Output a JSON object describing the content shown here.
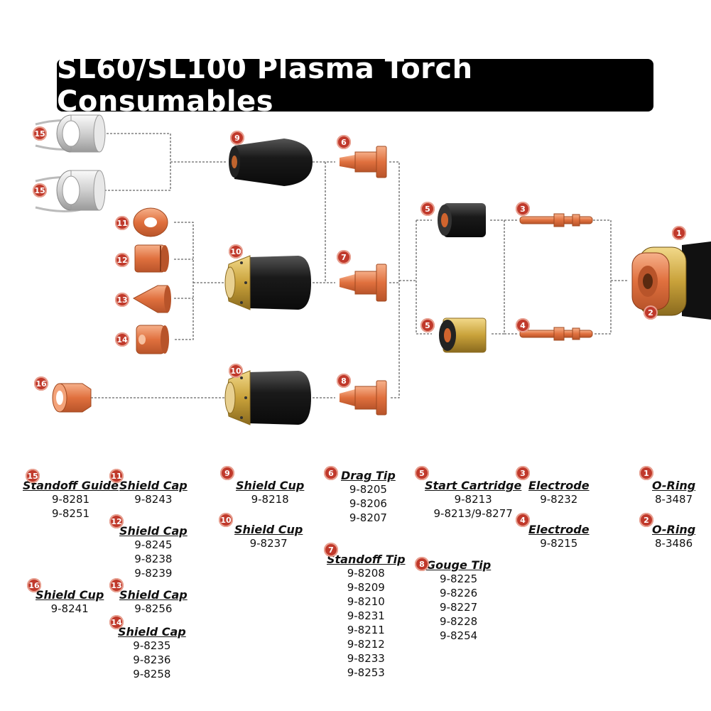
{
  "title": "SL60/SL100 Plasma Torch Consumables",
  "diagram_badges": [
    {
      "id": "b15a",
      "num": "15"
    },
    {
      "id": "b15b",
      "num": "15"
    },
    {
      "id": "b9",
      "num": "9"
    },
    {
      "id": "b6",
      "num": "6"
    },
    {
      "id": "b11",
      "num": "11"
    },
    {
      "id": "b12",
      "num": "12"
    },
    {
      "id": "b13",
      "num": "13"
    },
    {
      "id": "b14",
      "num": "14"
    },
    {
      "id": "b10a",
      "num": "10"
    },
    {
      "id": "b7",
      "num": "7"
    },
    {
      "id": "b5a",
      "num": "5"
    },
    {
      "id": "b3",
      "num": "3"
    },
    {
      "id": "b1",
      "num": "1"
    },
    {
      "id": "b2",
      "num": "2"
    },
    {
      "id": "b5b",
      "num": "5"
    },
    {
      "id": "b4",
      "num": "4"
    },
    {
      "id": "b16",
      "num": "16"
    },
    {
      "id": "b10b",
      "num": "10"
    },
    {
      "id": "b8",
      "num": "8"
    }
  ],
  "parts": [
    {
      "num": "15",
      "name": "Standoff Guide",
      "numbers": [
        "9-8281",
        "9-8251"
      ]
    },
    {
      "num": "11",
      "name": "Shield Cap",
      "numbers": [
        "9-8243"
      ]
    },
    {
      "num": "12",
      "name": "Shield Cap",
      "numbers": [
        "9-8245",
        "9-8238",
        "9-8239"
      ]
    },
    {
      "num": "16",
      "name": "Shield Cup",
      "numbers": [
        "9-8241"
      ]
    },
    {
      "num": "13",
      "name": "Shield Cap",
      "numbers": [
        "9-8256"
      ]
    },
    {
      "num": "14",
      "name": "Shield Cap",
      "numbers": [
        "9-8235",
        "9-8236",
        "9-8258"
      ]
    },
    {
      "num": "9",
      "name": "Shield Cup",
      "numbers": [
        "9-8218"
      ]
    },
    {
      "num": "10",
      "name": "Shield Cup",
      "numbers": [
        "9-8237"
      ]
    },
    {
      "num": "6",
      "name": "Drag Tip",
      "numbers": [
        "9-8205",
        "9-8206",
        "9-8207"
      ]
    },
    {
      "num": "7",
      "name": "Standoff Tip",
      "numbers": [
        "9-8208",
        "9-8209",
        "9-8210",
        "9-8231",
        "9-8211",
        "9-8212",
        "9-8233",
        "9-8253"
      ]
    },
    {
      "num": "5",
      "name": "Start Cartridge",
      "numbers": [
        "9-8213",
        "9-8213/9-8277"
      ]
    },
    {
      "num": "8",
      "name": "Gouge Tip",
      "numbers": [
        "9-8225",
        "9-8226",
        "9-8227",
        "9-8228",
        "9-8254"
      ]
    },
    {
      "num": "3",
      "name": "Electrode",
      "numbers": [
        "9-8232"
      ]
    },
    {
      "num": "4",
      "name": "Electrode",
      "numbers": [
        "9-8215"
      ]
    },
    {
      "num": "1",
      "name": "O-Ring",
      "numbers": [
        "8-3487"
      ]
    },
    {
      "num": "2",
      "name": "O-Ring",
      "numbers": [
        "8-3486"
      ]
    }
  ],
  "colors": {
    "copper": "#e07a4a",
    "brass": "#c9a23a",
    "black": "#1c1c1c",
    "badge": "#c0392b",
    "silver": "#d9d9d9"
  }
}
